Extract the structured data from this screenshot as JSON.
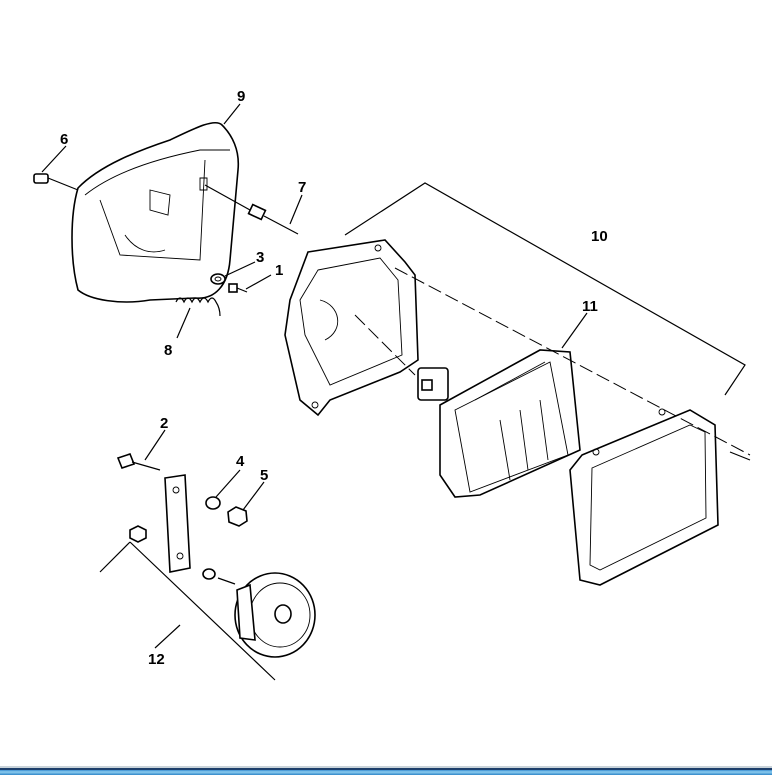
{
  "diagram": {
    "callouts": [
      {
        "id": "1",
        "label": "1",
        "part": "screw"
      },
      {
        "id": "2",
        "label": "2",
        "part": "bolt"
      },
      {
        "id": "3",
        "label": "3",
        "part": "washer"
      },
      {
        "id": "4",
        "label": "4",
        "part": "lock-washer"
      },
      {
        "id": "5",
        "label": "5",
        "part": "nut"
      },
      {
        "id": "6",
        "label": "6",
        "part": "pin"
      },
      {
        "id": "7",
        "label": "7",
        "part": "adjusting-screw"
      },
      {
        "id": "8",
        "label": "8",
        "part": "spring"
      },
      {
        "id": "9",
        "label": "9",
        "part": "headlight-housing"
      },
      {
        "id": "10",
        "label": "10",
        "part": "headlight-assembly-bracket"
      },
      {
        "id": "11",
        "label": "11",
        "part": "sealed-beam-lamp"
      },
      {
        "id": "12",
        "label": "12",
        "part": "horn-assembly"
      }
    ]
  }
}
